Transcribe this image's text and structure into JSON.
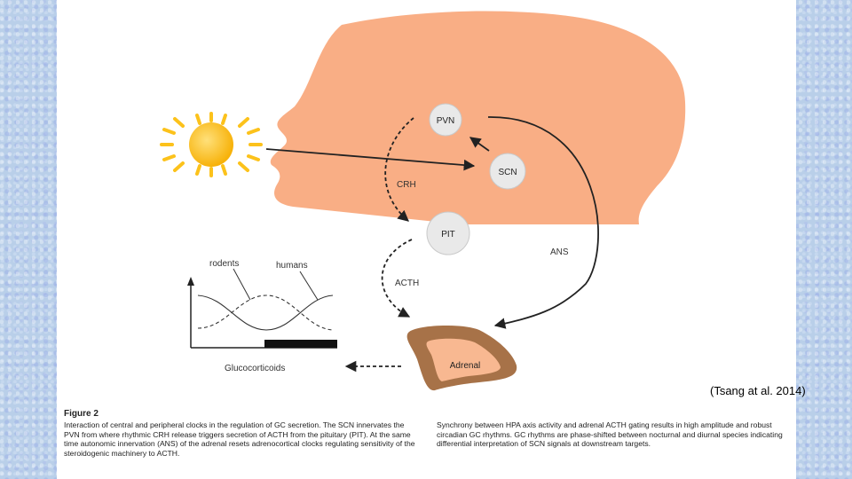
{
  "labels": {
    "pvn": "PVN",
    "scn": "SCN",
    "pit": "PIT",
    "adrenal": "Adrenal",
    "crh": "CRH",
    "acth": "ACTH",
    "ans": "ANS",
    "rodents": "rodents",
    "humans": "humans",
    "glucocorticoids": "Glucocorticoids"
  },
  "citation": "(Tsang at al. 2014)",
  "figure": {
    "title": "Figure 2",
    "caption_left": "Interaction of central and peripheral clocks in the regulation of GC secretion. The SCN innervates the PVN from where rhythmic CRH release triggers secretion of ACTH from the pituitary (PIT). At the same time autonomic innervation (ANS) of the adrenal resets adrenocortical clocks regulating sensitivity of the steroidogenic machinery to ACTH.",
    "caption_right": "Synchrony between HPA axis activity and adrenal ACTH gating results in high amplitude and robust circadian GC rhythms. GC rhythms are phase-shifted between nocturnal and diurnal species indicating differential interpretation of SCN signals at downstream targets."
  },
  "colors": {
    "head": "#f9ae85",
    "sun": "#fcc21b",
    "node": "#e9e9e9",
    "adrenal_outer": "#a77248",
    "adrenal_inner": "#f8b891"
  }
}
